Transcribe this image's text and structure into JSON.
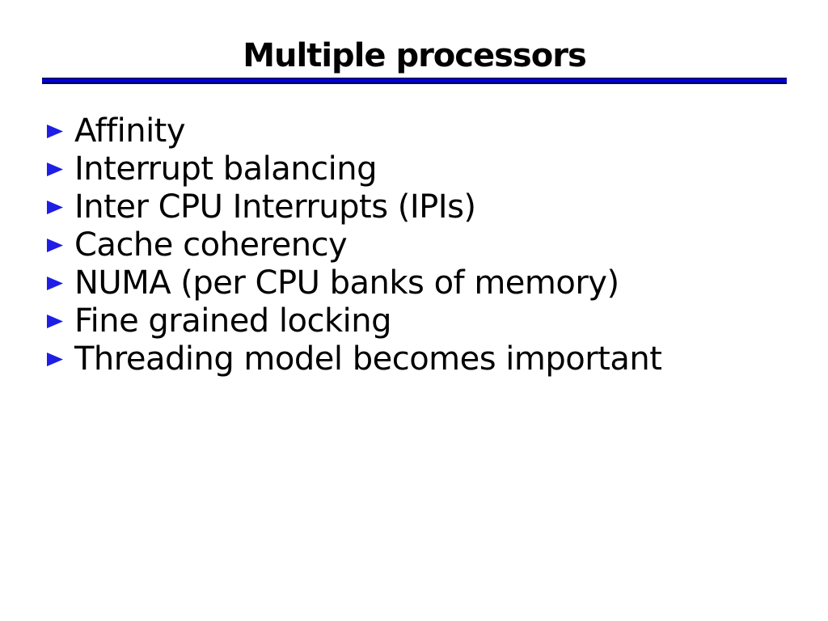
{
  "slide": {
    "title": "Multiple processors",
    "bullets": [
      "Affinity",
      "Interrupt balancing",
      "Inter CPU Interrupts (IPIs)",
      "Cache coherency",
      "NUMA (per CPU banks of memory)",
      "Fine grained locking",
      "Threading model becomes important"
    ],
    "colors": {
      "background": "#ffffff",
      "text": "#000000",
      "bullet_blue": "#1e1ee4",
      "rule_dark": "#000080",
      "rule_bright": "#0000e0"
    }
  }
}
